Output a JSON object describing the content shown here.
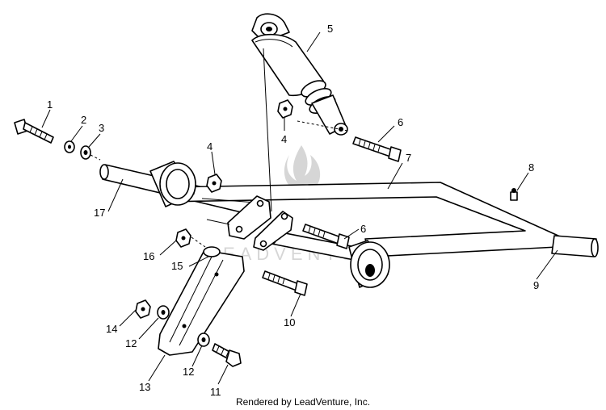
{
  "credit": "Rendered by LeadVenture, Inc.",
  "watermark": "LEADVENTURE",
  "callouts": [
    {
      "id": "c1",
      "label": "1"
    },
    {
      "id": "c2",
      "label": "2"
    },
    {
      "id": "c3",
      "label": "3"
    },
    {
      "id": "c4a",
      "label": "4"
    },
    {
      "id": "c4b",
      "label": "4"
    },
    {
      "id": "c5",
      "label": "5"
    },
    {
      "id": "c6a",
      "label": "6"
    },
    {
      "id": "c6b",
      "label": "6"
    },
    {
      "id": "c7",
      "label": "7"
    },
    {
      "id": "c8",
      "label": "8"
    },
    {
      "id": "c9",
      "label": "9"
    },
    {
      "id": "c10",
      "label": "10"
    },
    {
      "id": "c11",
      "label": "11"
    },
    {
      "id": "c12a",
      "label": "12"
    },
    {
      "id": "c12b",
      "label": "12"
    },
    {
      "id": "c13",
      "label": "13"
    },
    {
      "id": "c14",
      "label": "14"
    },
    {
      "id": "c15",
      "label": "15"
    },
    {
      "id": "c16",
      "label": "16"
    },
    {
      "id": "c17",
      "label": "17"
    }
  ]
}
